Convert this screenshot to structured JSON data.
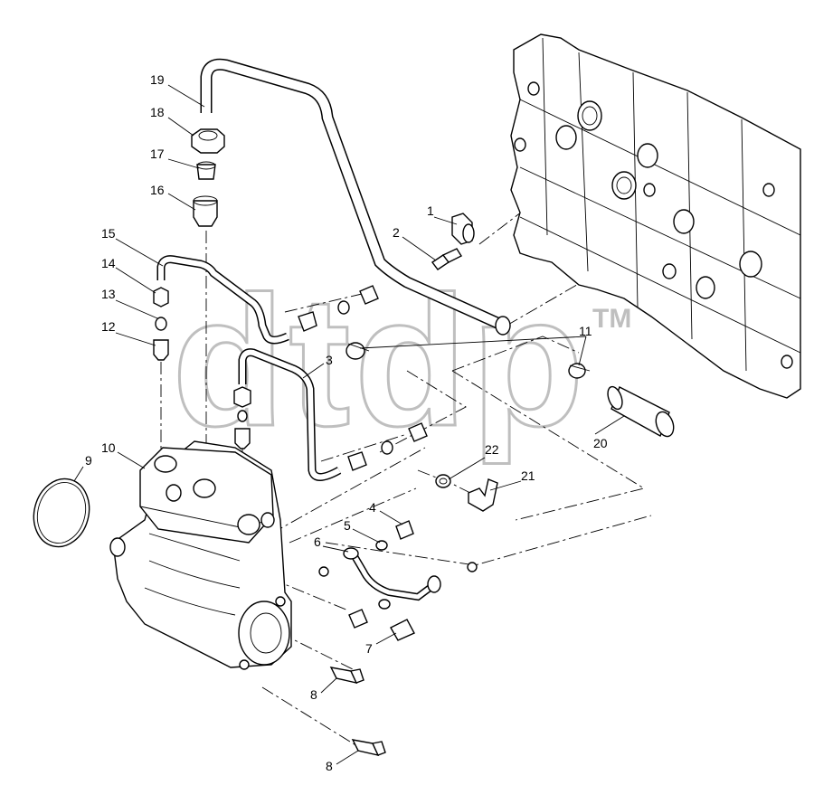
{
  "watermark": {
    "text": "dtdp",
    "tm": "TM",
    "color": "#9a9a9a"
  },
  "callouts": [
    {
      "id": "c1",
      "label": "1"
    },
    {
      "id": "c2",
      "label": "2"
    },
    {
      "id": "c3",
      "label": "3"
    },
    {
      "id": "c4",
      "label": "4"
    },
    {
      "id": "c5",
      "label": "5"
    },
    {
      "id": "c6",
      "label": "6"
    },
    {
      "id": "c7",
      "label": "7"
    },
    {
      "id": "c8a",
      "label": "8"
    },
    {
      "id": "c8b",
      "label": "8"
    },
    {
      "id": "c9",
      "label": "9"
    },
    {
      "id": "c10",
      "label": "10"
    },
    {
      "id": "c11",
      "label": "11"
    },
    {
      "id": "c12",
      "label": "12"
    },
    {
      "id": "c13",
      "label": "13"
    },
    {
      "id": "c14",
      "label": "14"
    },
    {
      "id": "c15",
      "label": "15"
    },
    {
      "id": "c16",
      "label": "16"
    },
    {
      "id": "c17",
      "label": "17"
    },
    {
      "id": "c18",
      "label": "18"
    },
    {
      "id": "c19",
      "label": "19"
    },
    {
      "id": "c20",
      "label": "20"
    },
    {
      "id": "c21",
      "label": "21"
    },
    {
      "id": "c22",
      "label": "22"
    }
  ]
}
